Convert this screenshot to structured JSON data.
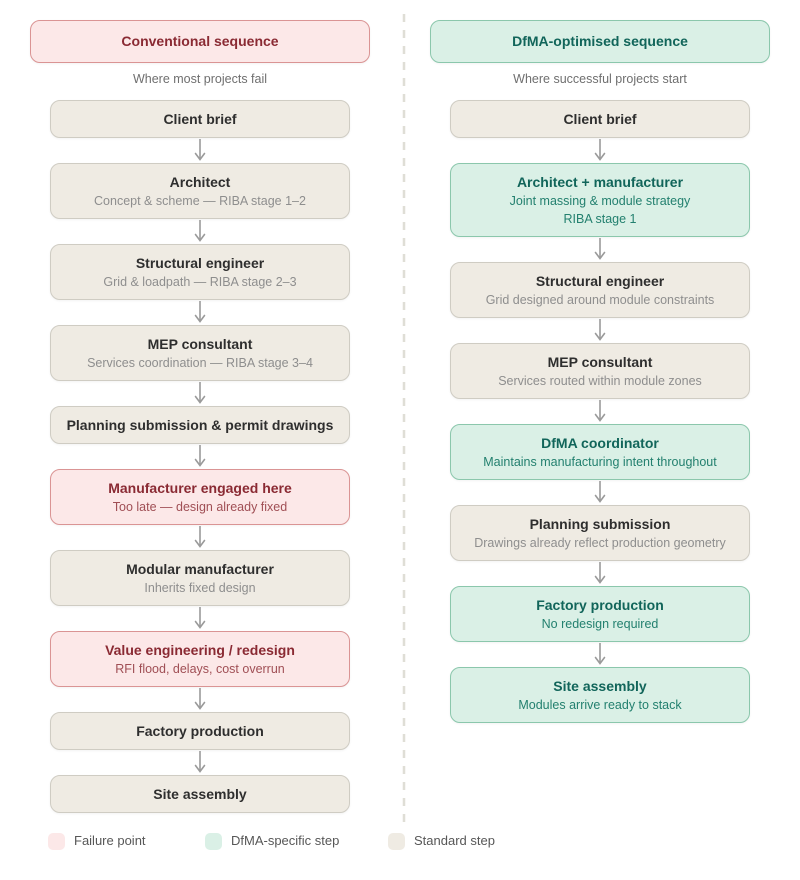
{
  "colors": {
    "background": "#ffffff",
    "failure_fill": "#fce8e8",
    "failure_border": "#da9494",
    "failure_title": "#8a2a33",
    "failure_subtitle": "#a04f55",
    "dfma_fill": "#daf0e6",
    "dfma_border": "#8bc7ac",
    "dfma_title": "#11655a",
    "dfma_subtitle": "#23806f",
    "standard_fill": "#efebe3",
    "standard_border": "#cfccc3",
    "standard_title": "#2e2e2e",
    "standard_subtitle": "#8e8e8e",
    "arrow": "#9a9a9a",
    "divider": "#dfded6"
  },
  "columns": [
    {
      "header_title": "Conventional sequence",
      "header_subtitle": "Where most projects fail",
      "header_type": "failure",
      "steps": [
        {
          "title": "Client brief",
          "type": "standard"
        },
        {
          "title": "Architect",
          "subtitle": "Concept & scheme — RIBA stage 1–2",
          "type": "standard"
        },
        {
          "title": "Structural engineer",
          "subtitle": "Grid & loadpath — RIBA stage 2–3",
          "type": "standard"
        },
        {
          "title": "MEP consultant",
          "subtitle": "Services coordination — RIBA stage 3–4",
          "type": "standard"
        },
        {
          "title": "Planning submission & permit drawings",
          "type": "standard"
        },
        {
          "title": "Manufacturer engaged here",
          "subtitle": "Too late — design already fixed",
          "type": "failure"
        },
        {
          "title": "Modular manufacturer",
          "subtitle": "Inherits fixed design",
          "type": "standard"
        },
        {
          "title": "Value engineering / redesign",
          "subtitle": "RFI flood, delays, cost overrun",
          "type": "failure"
        },
        {
          "title": "Factory production",
          "type": "standard"
        },
        {
          "title": "Site assembly",
          "type": "standard"
        }
      ]
    },
    {
      "header_title": "DfMA-optimised sequence",
      "header_subtitle": "Where successful projects start",
      "header_type": "dfma",
      "steps": [
        {
          "title": "Client brief",
          "type": "standard"
        },
        {
          "title": "Architect + manufacturer",
          "subtitle": "Joint massing & module strategy",
          "subtitle2": "RIBA stage 1",
          "type": "dfma"
        },
        {
          "title": "Structural engineer",
          "subtitle": "Grid designed around module constraints",
          "type": "standard"
        },
        {
          "title": "MEP consultant",
          "subtitle": "Services routed within module zones",
          "type": "standard"
        },
        {
          "title": "DfMA coordinator",
          "subtitle": "Maintains manufacturing intent throughout",
          "type": "dfma"
        },
        {
          "title": "Planning submission",
          "subtitle": "Drawings already reflect production geometry",
          "type": "standard"
        },
        {
          "title": "Factory production",
          "subtitle": "No redesign required",
          "type": "dfma"
        },
        {
          "title": "Site assembly",
          "subtitle": "Modules arrive ready to stack",
          "type": "dfma"
        }
      ]
    }
  ],
  "legend": {
    "items": [
      {
        "label": "Failure point",
        "type": "failure"
      },
      {
        "label": "DfMA-specific step",
        "type": "dfma"
      },
      {
        "label": "Standard step",
        "type": "standard"
      }
    ]
  }
}
